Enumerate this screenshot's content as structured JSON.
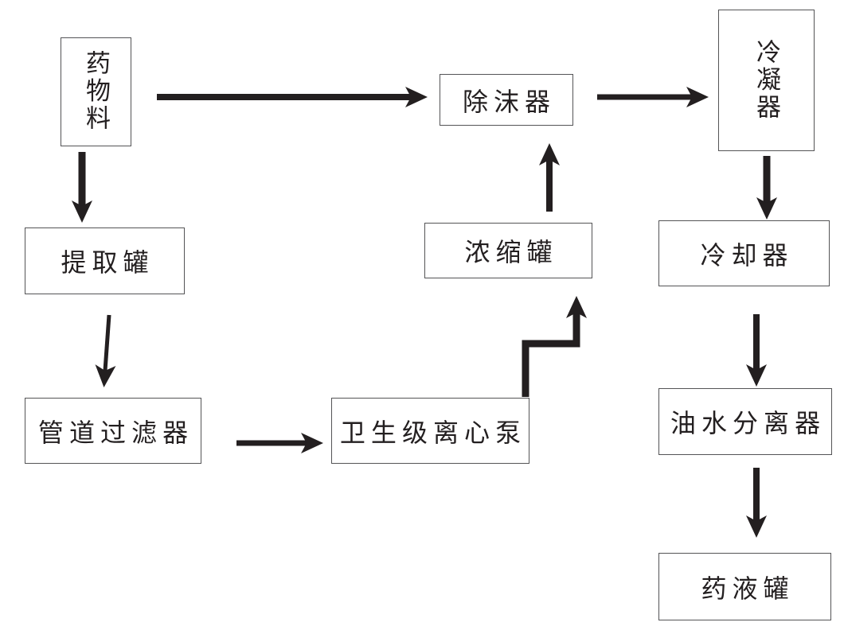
{
  "diagram": {
    "type": "flowchart",
    "colors": {
      "background": "#ffffff",
      "box_border": "#545456",
      "text": "#231f20",
      "arrow": "#231f20"
    },
    "nodes": [
      {
        "id": "drug-material",
        "label": "药物料",
        "orientation": "vertical"
      },
      {
        "id": "demister",
        "label": "除沫器",
        "orientation": "horizontal"
      },
      {
        "id": "condenser",
        "label": "冷凝器",
        "orientation": "vertical"
      },
      {
        "id": "extraction-tank",
        "label": "提取罐",
        "orientation": "horizontal"
      },
      {
        "id": "concentration-tank",
        "label": "浓缩罐",
        "orientation": "horizontal"
      },
      {
        "id": "cooler",
        "label": "冷却器",
        "orientation": "horizontal"
      },
      {
        "id": "pipeline-filter",
        "label": "管道过滤器",
        "orientation": "horizontal"
      },
      {
        "id": "sanitary-centrifugal-pump",
        "label": "卫生级离心泵",
        "orientation": "horizontal"
      },
      {
        "id": "oil-water-separator",
        "label": "油水分离器",
        "orientation": "horizontal"
      },
      {
        "id": "drug-liquid-tank",
        "label": "药液罐",
        "orientation": "horizontal"
      }
    ],
    "edges": [
      {
        "from": "drug-material",
        "to": "demister"
      },
      {
        "from": "demister",
        "to": "condenser"
      },
      {
        "from": "drug-material",
        "to": "extraction-tank"
      },
      {
        "from": "extraction-tank",
        "to": "pipeline-filter"
      },
      {
        "from": "pipeline-filter",
        "to": "sanitary-centrifugal-pump"
      },
      {
        "from": "sanitary-centrifugal-pump",
        "to": "concentration-tank"
      },
      {
        "from": "concentration-tank",
        "to": "demister"
      },
      {
        "from": "condenser",
        "to": "cooler"
      },
      {
        "from": "cooler",
        "to": "oil-water-separator"
      },
      {
        "from": "oil-water-separator",
        "to": "drug-liquid-tank"
      }
    ]
  }
}
